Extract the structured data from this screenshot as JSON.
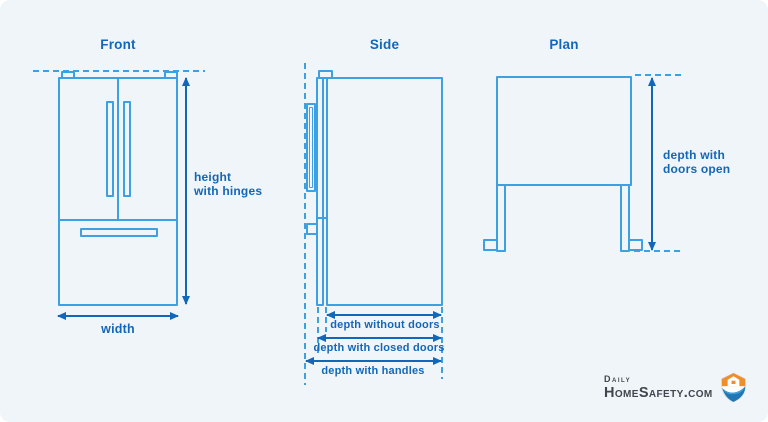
{
  "colors": {
    "background": "#f0f5fa",
    "fridge_line": "#3da0e3",
    "accent": "#1267b8",
    "logo_text": "#3f464d",
    "shield_orange": "#ef8e2d",
    "shield_blue": "#2176b5"
  },
  "views": {
    "front": {
      "title": "Front",
      "height_label": "height\nwith hinges",
      "width_label": "width"
    },
    "side": {
      "title": "Side",
      "depth_without_doors_label": "depth without doors",
      "depth_closed_doors_label": "depth with closed doors",
      "depth_handles_label": "depth with handles"
    },
    "plan": {
      "title": "Plan",
      "depth_open_label": "depth with\ndoors open"
    }
  },
  "logo": {
    "top_text": "Daily",
    "bottom_text": "HomeSafety.com"
  }
}
